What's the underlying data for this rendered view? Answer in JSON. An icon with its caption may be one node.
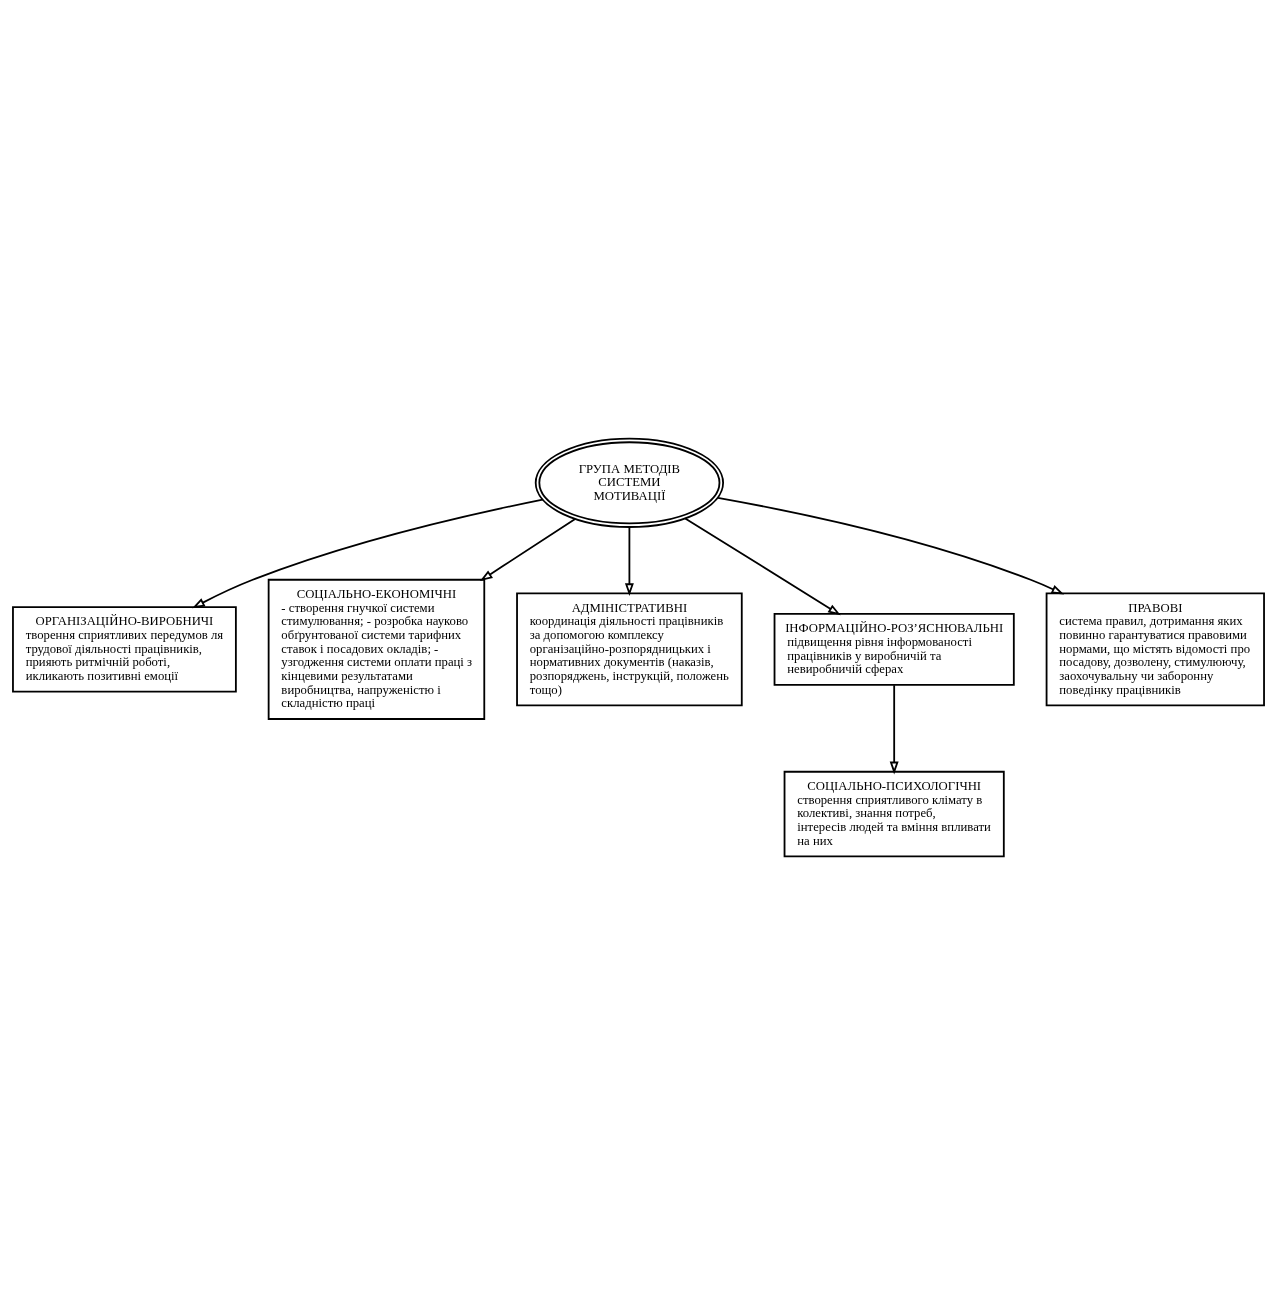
{
  "diagram": {
    "nodes": [
      {
        "text": [
          "ОРГАНІЗАЦІЙНО-ВИРОБНИЧІ",
          "творення сприятливих передумов ля трудової діяльності працівників, прияють ритмічній роботі, икликають позитивні емоції"
        ]
      },
      {
        "text": [
          "СОЦІАЛЬНО-ЕКОНОМІЧНІ",
          "- створення гнучкої системи стимулювання; - розробка науково обґрунтованої системи тарифних ставок і посадових окладів; - узгодження системи оплати праці з кінцевими результатами виробництва, напруженістю і складністю праці"
        ]
      },
      {
        "text": [
          "ГРУПА МЕТОДІВ СИСТЕМИ МОТИВАЦІЇ"
        ]
      },
      {
        "text": [
          "АДМІНІСТРАТИВНІ",
          "координація діяльності працівників за допомогою комплексу організаційно-розпорядницьких і нормативних документів (наказів, розпоряджень, інструкцій, положень тощо)"
        ]
      },
      {
        "text": [
          "ІНФОРМАЦІЙНО-РОЗ’ЯСНЮВАЛЬНІ",
          "підвищення рівня інформованості працівників у виробничій та невиробничій сферах"
        ]
      },
      {
        "text": [
          "ПРАВОВІ",
          "система правил, дотримання яких повинно гарантуватися правовими нормами, що містять відомості про посадову, дозволену, стимулюючу, заохочувальну чи заборонну поведінку працівників"
        ]
      },
      {
        "text": [
          "СОЦІАЛЬНО-ПСИХОЛОГІЧНІ",
          "створення сприятливого клімату в колективі, знання потреб, інтересів людей та вміння впливати на них"
        ]
      }
    ],
    "edges": [
      {
        "from": 2,
        "to": 0,
        "arrow": "to"
      },
      {
        "from": 2,
        "to": 1,
        "arrow": "to"
      },
      {
        "from": 2,
        "to": 3,
        "arrow": "to"
      },
      {
        "from": 2,
        "to": 5,
        "arrow": "to"
      },
      {
        "from": 2,
        "to": 4,
        "arrow": "to"
      },
      {
        "from": 4,
        "to": 6,
        "arrow": "to"
      }
    ]
  }
}
